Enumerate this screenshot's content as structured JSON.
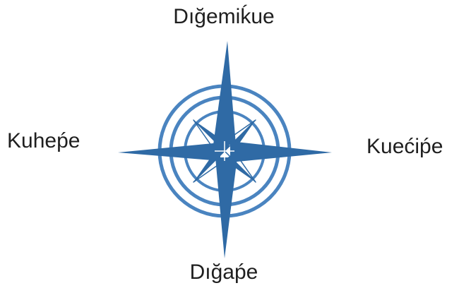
{
  "directions": {
    "north": "Dığemiḱue",
    "south": "Dığaṕe",
    "west": "Kuheṕe",
    "east": "Kuećiṕe"
  },
  "colors": {
    "compass_blue": "#2f6aa5",
    "ring_blue": "#4a84c0",
    "text": "#1f1f1f",
    "background": "#ffffff"
  },
  "icons": {
    "center": "compass-rose-icon"
  }
}
